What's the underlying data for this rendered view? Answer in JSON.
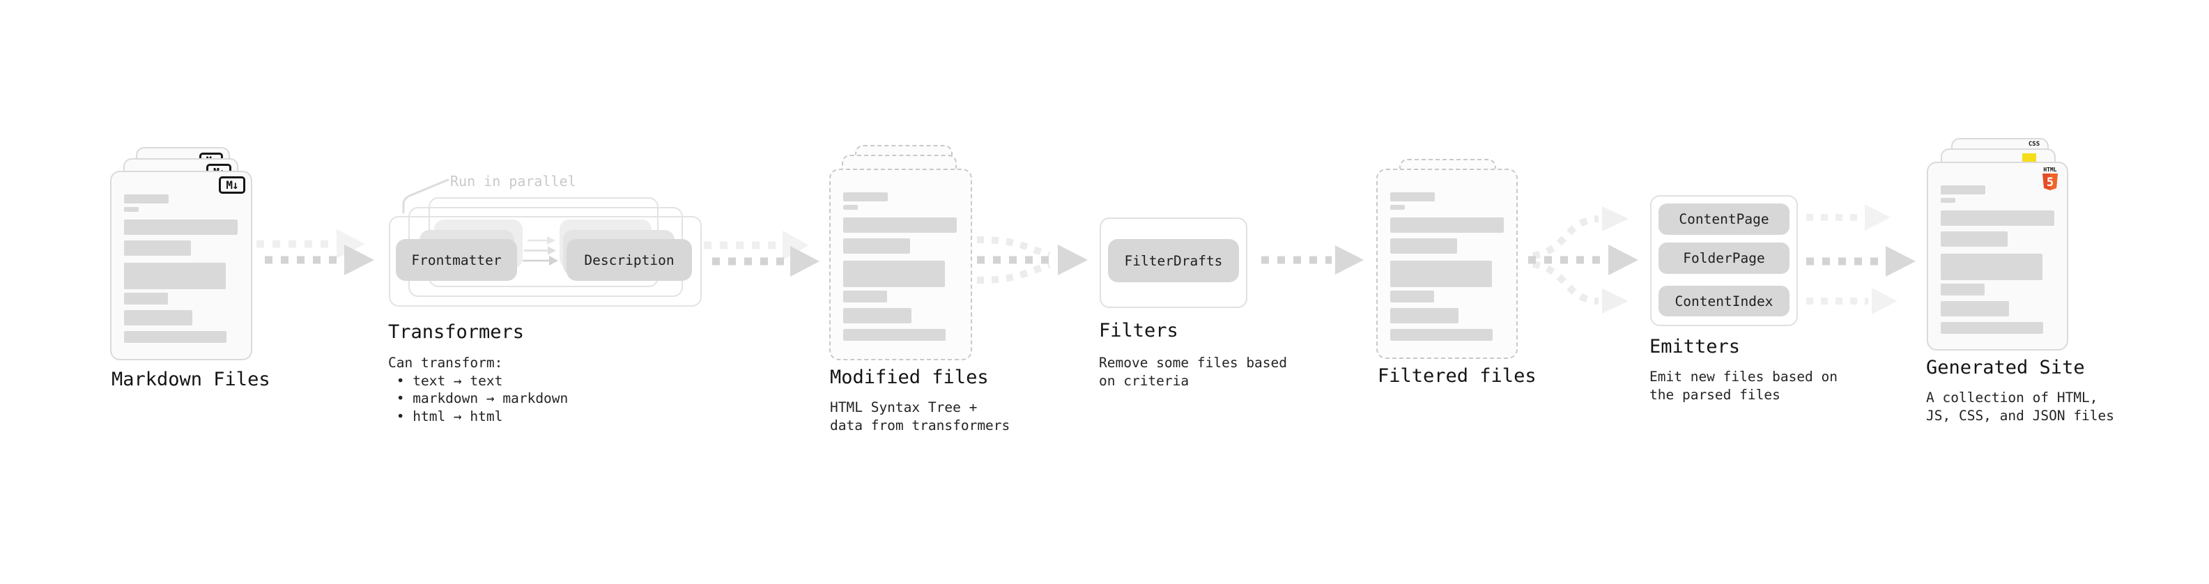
{
  "canvas": {
    "background": "#ffffff"
  },
  "colors": {
    "card_background": "#fafafa",
    "card_border": "#dadada",
    "dashed_border": "#c9c9c9",
    "placeholder_bar": "#d9d9d9",
    "button_background": "#d7d7d7",
    "arrow_dark": "#d3d3d3",
    "arrow_light": "#ececec",
    "note_text": "#c9c9c9",
    "css_blue": "#2965f1",
    "js_yellow": "#f5de19",
    "html5_orange": "#e44d26"
  },
  "icons": {
    "markdown_label": "M↓",
    "html5_top": "HTML",
    "html5_number": "5",
    "css_label": "CSS"
  },
  "stages": {
    "markdown": {
      "title": "Markdown Files"
    },
    "transformers": {
      "title": "Transformers",
      "note": "Run in parallel",
      "buttons": {
        "frontmatter": "Frontmatter",
        "description": "Description"
      },
      "description": "Can transform:\n • text → text\n • markdown → markdown\n • html → html"
    },
    "modified": {
      "title": "Modified files",
      "description": "HTML Syntax Tree +\ndata from transformers"
    },
    "filters": {
      "title": "Filters",
      "buttons": {
        "filter_drafts": "FilterDrafts"
      },
      "description": "Remove some files based\non criteria"
    },
    "filtered": {
      "title": "Filtered files"
    },
    "emitters": {
      "title": "Emitters",
      "buttons": {
        "content_page": "ContentPage",
        "folder_page": "FolderPage",
        "content_index": "ContentIndex"
      },
      "description": "Emit new files based on\nthe parsed files"
    },
    "generated": {
      "title": "Generated Site",
      "description": "A collection of HTML,\nJS, CSS, and JSON files"
    }
  },
  "flow": "Markdown Files → Transformers → Modified files → Filters → Filtered files → Emitters → Generated Site"
}
